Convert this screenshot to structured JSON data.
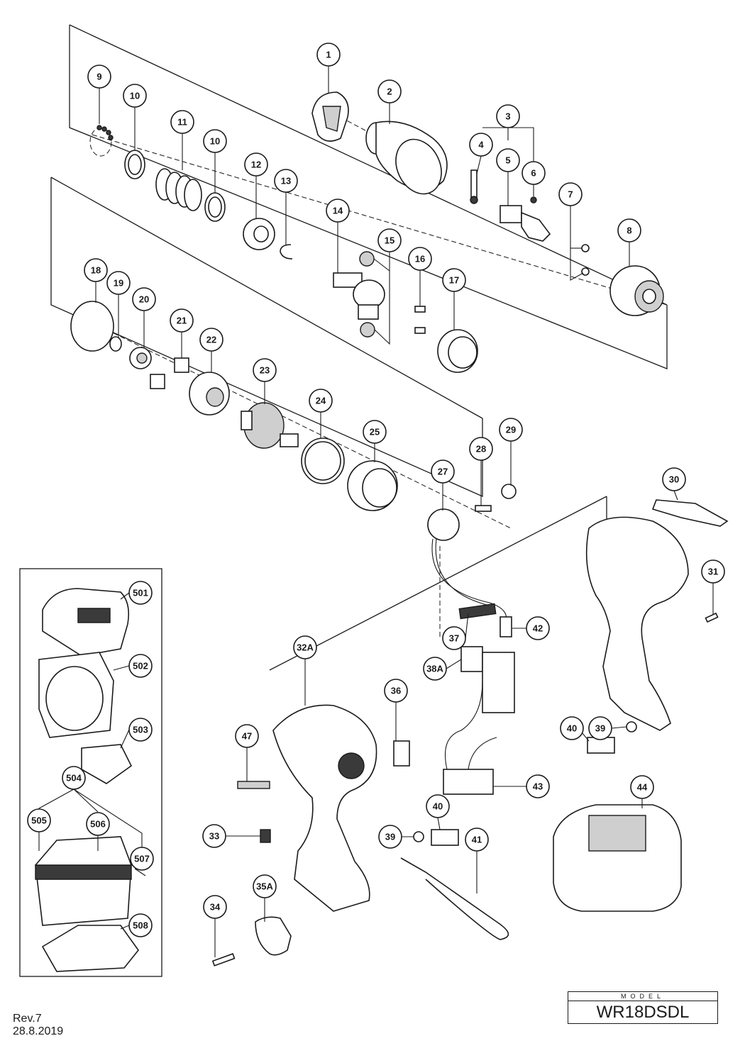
{
  "callouts": [
    "1",
    "2",
    "3",
    "4",
    "5",
    "6",
    "7",
    "8",
    "9",
    "10",
    "10",
    "11",
    "12",
    "13",
    "14",
    "15",
    "16",
    "17",
    "18",
    "19",
    "20",
    "21",
    "22",
    "23",
    "24",
    "25",
    "27",
    "28",
    "29",
    "30",
    "31",
    "32A",
    "33",
    "34",
    "35A",
    "36",
    "37",
    "38A",
    "39",
    "39",
    "40",
    "40",
    "41",
    "42",
    "43",
    "44",
    "47",
    "501",
    "502",
    "503",
    "504",
    "505",
    "506",
    "507",
    "508"
  ],
  "model_box": {
    "header": "MODEL",
    "name": "WR18DSDL"
  },
  "revision": {
    "rev": "Rev.7",
    "date": "28.8.2019"
  }
}
